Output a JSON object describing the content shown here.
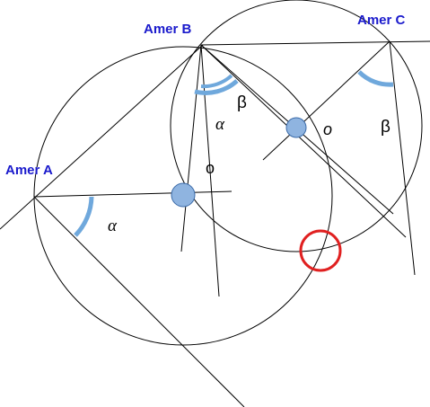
{
  "labels": {
    "amer_a": "Amer A",
    "amer_b": "Amer B",
    "amer_c": "Amer C",
    "alpha_a": "α",
    "alpha_b": "α",
    "beta_b": "β",
    "beta_c": "β",
    "center_o1": "o",
    "center_o2": "o"
  },
  "colors": {
    "line": "#000000",
    "label_blue": "#1a1acc",
    "angle_arc": "#6fa8dc",
    "center_dot": "#8fb4e0",
    "highlight": "#e02020"
  }
}
